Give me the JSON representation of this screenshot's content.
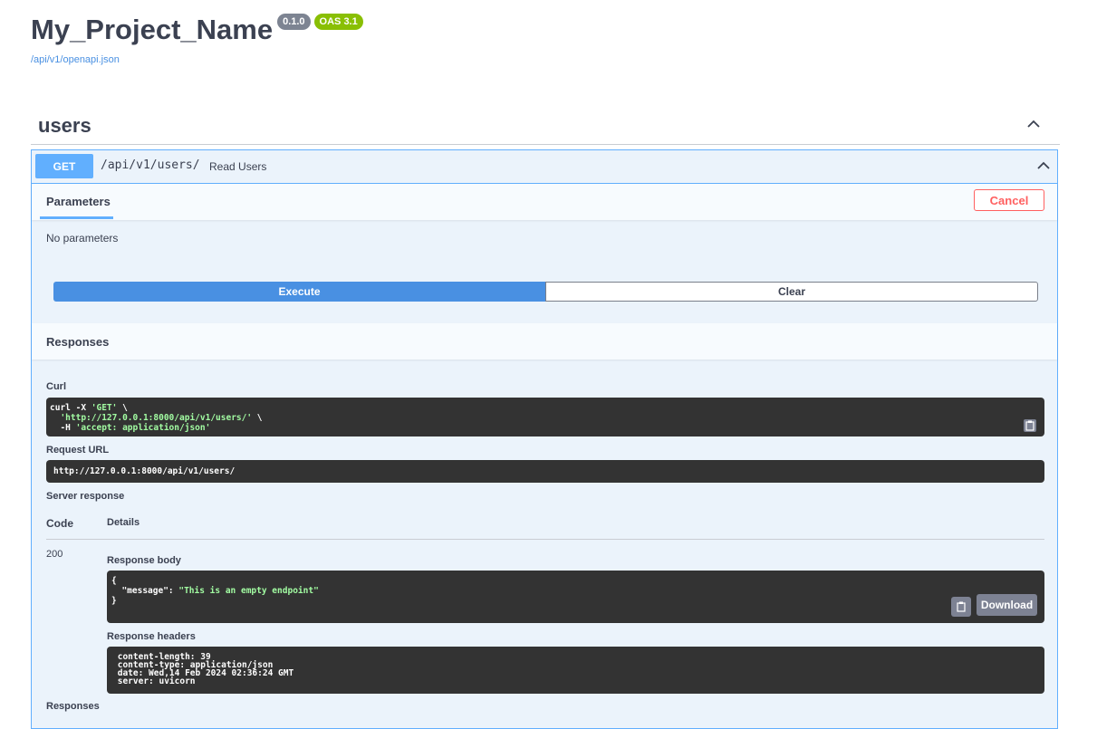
{
  "header": {
    "title": "My_Project_Name",
    "version_badge": "0.1.0",
    "oas_badge": "OAS 3.1",
    "spec_link": "/api/v1/openapi.json"
  },
  "tag": {
    "name": "users",
    "chevron_icon": "chevron-up-icon"
  },
  "operation": {
    "method": "GET",
    "path": "/api/v1/users/",
    "summary": "Read Users",
    "parameters_tab": "Parameters",
    "cancel_label": "Cancel",
    "no_params": "No parameters",
    "execute_label": "Execute",
    "clear_label": "Clear",
    "responses_tab": "Responses"
  },
  "result": {
    "curl_label": "Curl",
    "curl": {
      "l1_pre": "curl -X ",
      "l1_str": "'GET'",
      "l1_post": " \\",
      "l2_pre": "  ",
      "l2_str": "'http://127.0.0.1:8000/api/v1/users/'",
      "l2_post": " \\",
      "l3_pre": "  -H ",
      "l3_str": "'accept: application/json'"
    },
    "request_url_label": "Request URL",
    "request_url": "http://127.0.0.1:8000/api/v1/users/",
    "server_response_label": "Server response",
    "code_header": "Code",
    "details_header": "Details",
    "status_code": "200",
    "response_body_label": "Response body",
    "body": {
      "open": "{",
      "key": "  \"message\": ",
      "value": "\"This is an empty endpoint\"",
      "close": "}"
    },
    "download_label": "Download",
    "response_headers_label": "Response headers",
    "headers": [
      " content-length: 39 ",
      " content-type: application/json ",
      " date: Wed,14 Feb 2024 02:36:24 GMT ",
      " server: uvicorn "
    ],
    "responses_label": "Responses"
  },
  "colors": {
    "get_blue": "#61affe",
    "execute_blue": "#4990e2",
    "cancel_red": "#ff6060",
    "code_bg": "#333333",
    "string_green": "#a2fca2",
    "oas_green": "#89bf04"
  }
}
